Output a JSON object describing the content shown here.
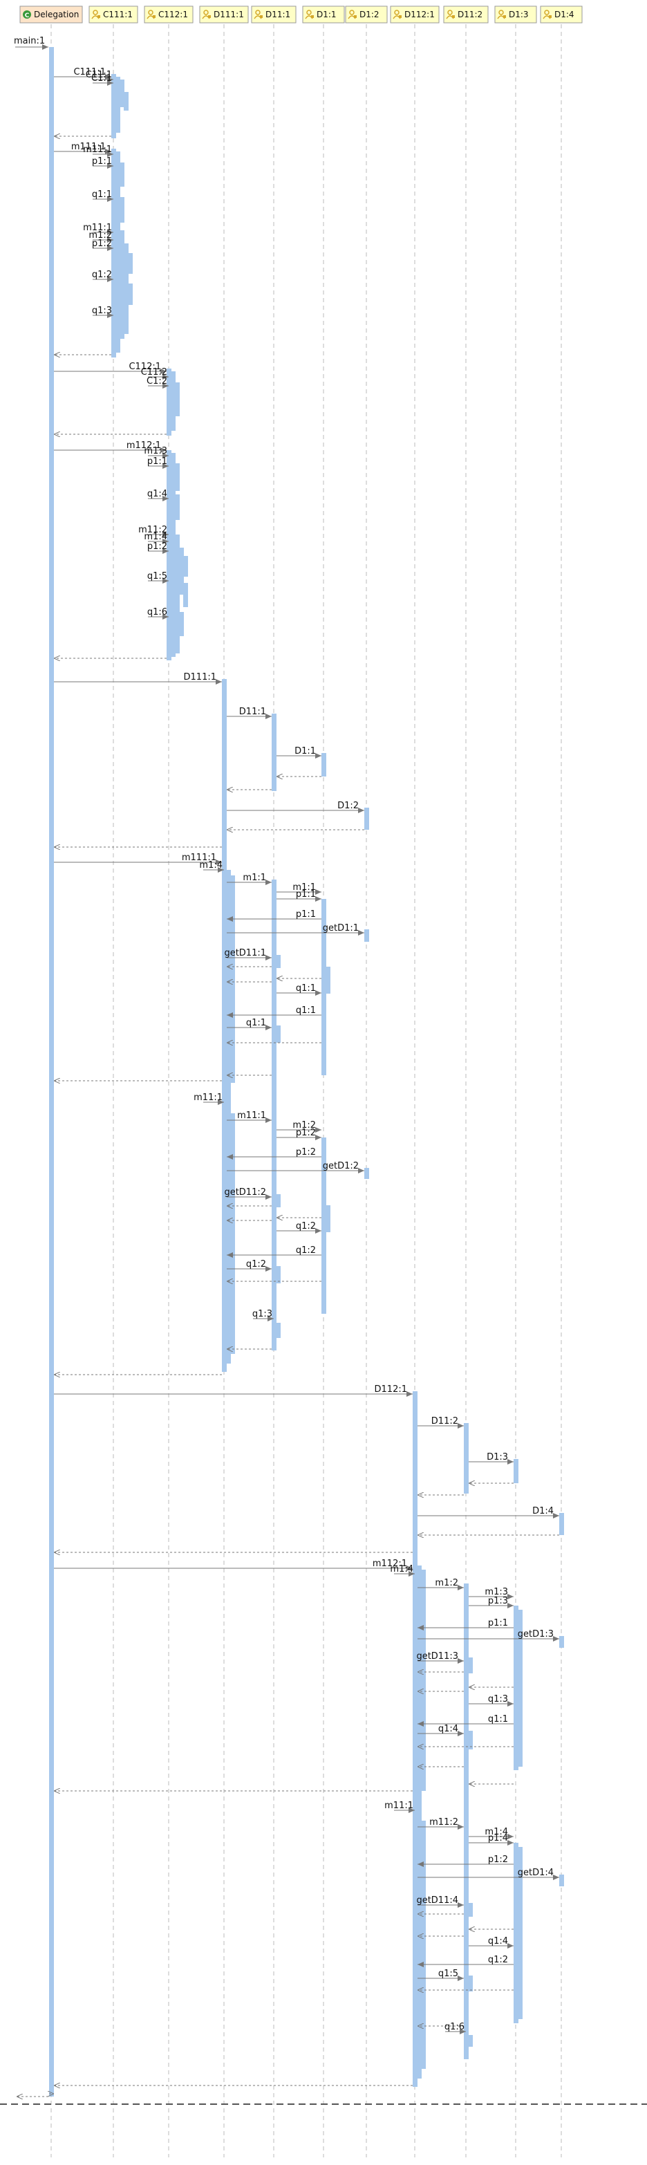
{
  "diagram": {
    "actors": [
      {
        "id": "A0",
        "label": "Delegation",
        "kind": "class"
      },
      {
        "id": "A1",
        "label": "C111:1",
        "kind": "instance"
      },
      {
        "id": "A2",
        "label": "C112:1",
        "kind": "instance"
      },
      {
        "id": "A3",
        "label": "D111:1",
        "kind": "instance"
      },
      {
        "id": "A4",
        "label": "D11:1",
        "kind": "instance"
      },
      {
        "id": "A5",
        "label": "D1:1",
        "kind": "instance"
      },
      {
        "id": "A6",
        "label": "D1:2",
        "kind": "instance"
      },
      {
        "id": "A7",
        "label": "D112:1",
        "kind": "instance"
      },
      {
        "id": "A8",
        "label": "D11:2",
        "kind": "instance"
      },
      {
        "id": "A9",
        "label": "D1:3",
        "kind": "instance"
      },
      {
        "id": "A10",
        "label": "D1:4",
        "kind": "instance"
      }
    ],
    "entry_label": "main:1",
    "messages": [
      "C111:1",
      "C11:1",
      "C1:1",
      "m111:1",
      "m11:1",
      "p1:1",
      "q1:1",
      "m11:1",
      "m1:2",
      "p1:2",
      "q1:2",
      "q1:3",
      "C112:1",
      "C11:2",
      "C1:2",
      "m112:1",
      "m1:3",
      "p1:1",
      "q1:4",
      "m11:2",
      "m1:4",
      "p1:2",
      "q1:5",
      "q1:6",
      "D111:1",
      "D11:1",
      "D1:1",
      "D1:2",
      "m111:1",
      "m1:4",
      "m1:1",
      "m1:1",
      "p1:1",
      "p1:1",
      "getD1:1",
      "getD11:1",
      "q1:1",
      "q1:1",
      "q1:1",
      "m11:1",
      "m11:1",
      "m1:2",
      "p1:2",
      "p1:2",
      "getD1:2",
      "getD11:2",
      "q1:2",
      "q1:2",
      "q1:2",
      "q1:3",
      "D112:1",
      "D11:2",
      "D1:3",
      "D1:4",
      "m112:1",
      "m1:4",
      "m1:2",
      "m1:3",
      "p1:3",
      "p1:1",
      "getD1:3",
      "getD11:3",
      "q1:3",
      "q1:1",
      "q1:4",
      "m11:1",
      "m11:2",
      "m1:4",
      "p1:4",
      "p1:2",
      "getD1:4",
      "getD11:4",
      "q1:4",
      "q1:2",
      "q1:5",
      "q1:6"
    ]
  },
  "colors": {
    "header_fill": "#ffffc6",
    "header_border": "#999999",
    "class_header_fill": "#fde4c8",
    "class_icon": "#3a9a3a",
    "instance_icon": "#d4a82a",
    "activation": "#a7c8ec",
    "lifeline": "#bbbbbb",
    "arrow": "#777777"
  }
}
